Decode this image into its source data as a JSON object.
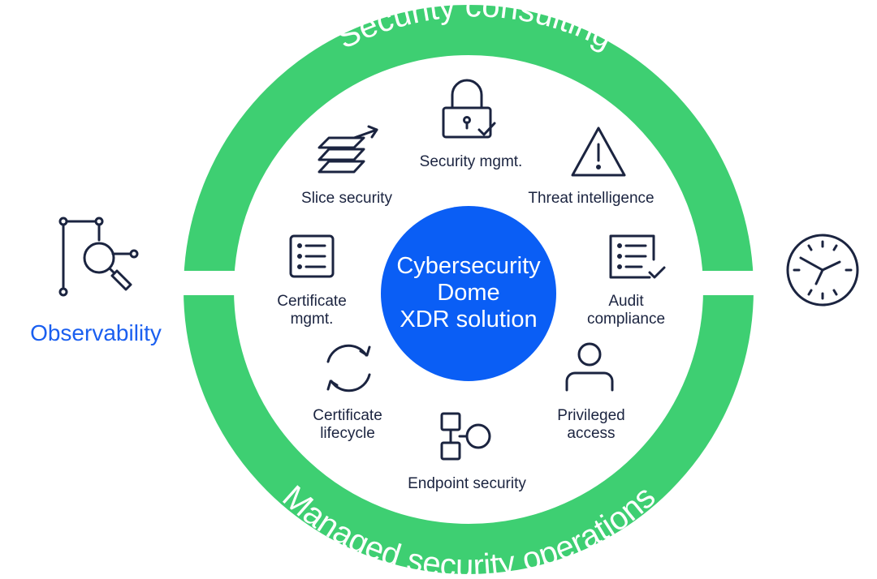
{
  "ring": {
    "top_label": "Security consulting",
    "bottom_label": "Managed security operations",
    "color": "#3ecf72"
  },
  "center": {
    "lines": [
      "Cybersecurity",
      "Dome",
      "XDR solution"
    ],
    "color": "#0a5ef5"
  },
  "items": {
    "security_mgmt": [
      "Security mgmt."
    ],
    "threat_intelligence": [
      "Threat intelligence"
    ],
    "slice_security": [
      "Slice security"
    ],
    "certificate_mgmt": [
      "Certificate",
      "mgmt."
    ],
    "audit_compliance": [
      "Audit",
      "compliance"
    ],
    "certificate_lifecycle": [
      "Certificate",
      "lifecycle"
    ],
    "privileged_access": [
      "Privileged",
      "access"
    ],
    "endpoint_security": [
      "Endpoint security"
    ]
  },
  "left": {
    "label": "Observability",
    "icon": "observability-icon",
    "color": "#1a5ff0"
  },
  "right": {
    "icon": "clock-icon"
  },
  "colors": {
    "ink": "#1b2440"
  }
}
